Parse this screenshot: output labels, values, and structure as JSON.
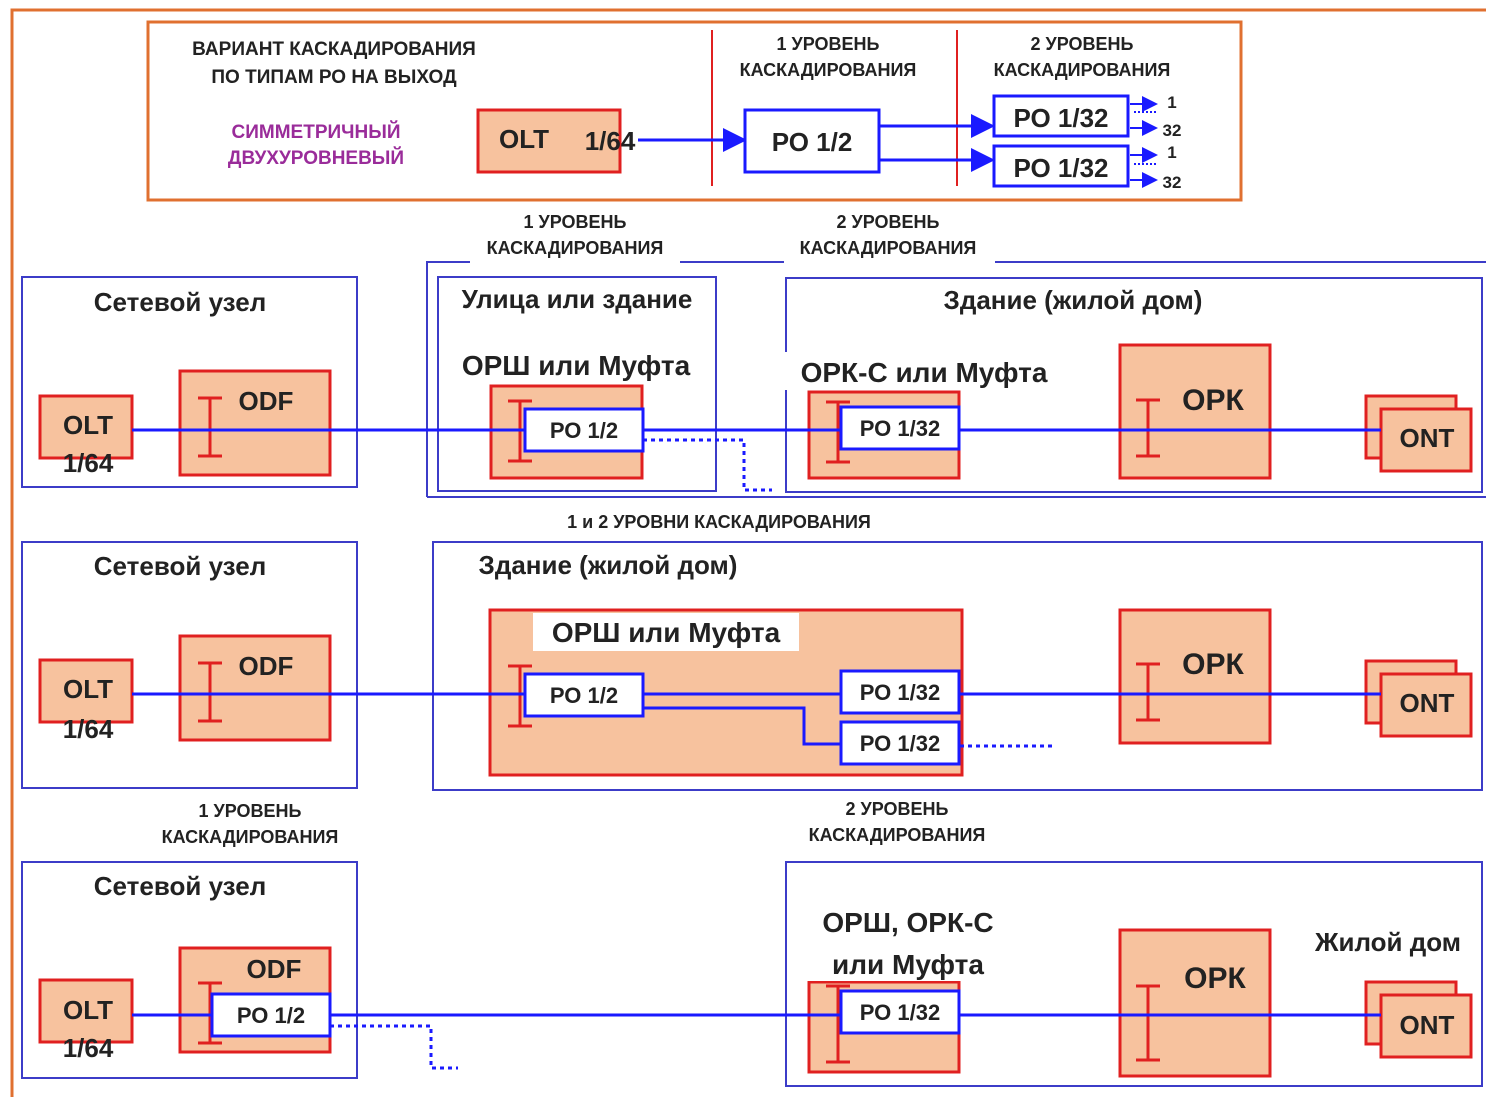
{
  "legend": {
    "title_line1": "ВАРИАНТ КАСКАДИРОВАНИЯ",
    "title_line2": "ПО ТИПАМ РО НА ВЫХОД",
    "variant_line1": "СИММЕТРИЧНЫЙ",
    "variant_line2": "ДВУХУРОВНЕВЫЙ",
    "olt": "OLT",
    "olt_ratio": "1/64",
    "level1_line1": "1 УРОВЕНЬ",
    "level1_line2": "КАСКАДИРОВАНИЯ",
    "level2_line1": "2 УРОВЕНЬ",
    "level2_line2": "КАСКАДИРОВАНИЯ",
    "splitter1": "РО 1/2",
    "splitter2a": "РО 1/32",
    "splitter2b": "РО 1/32",
    "out_first": "1",
    "out_last": "32"
  },
  "common": {
    "network_node": "Сетевой узел",
    "olt": "OLT",
    "olt_ratio": "1/64",
    "odf": "ODF",
    "ork": "ОРК",
    "ont": "ONT",
    "po12": "РО 1/2",
    "po132": "РО 1/32",
    "level1_line1": "1 УРОВЕНЬ",
    "level2_line1": "2 УРОВЕНЬ",
    "level_line2": "КАСКАДИРОВАНИЯ"
  },
  "row1": {
    "street_title": "Улица или здание",
    "orsh": "ОРШ или Муфта",
    "building_title": "Здание (жилой дом)",
    "orks": "ОРК-С или Муфта"
  },
  "row2": {
    "levels_caption": "1 и 2 УРОВНИ КАСКАДИРОВАНИЯ",
    "building_title": "Здание (жилой дом)",
    "orsh": "ОРШ или Муфта"
  },
  "row3": {
    "box_line1": "ОРШ, ОРК-С",
    "box_line2": "или Муфта",
    "house_title": "Жилой дом"
  },
  "colors": {
    "blue_line": "#1a1aff",
    "frame_blue": "#3c3cc8",
    "red": "#e02020",
    "fill": "#f7c29e",
    "legend_frame": "#e07030",
    "purple": "#9a2c9a"
  }
}
